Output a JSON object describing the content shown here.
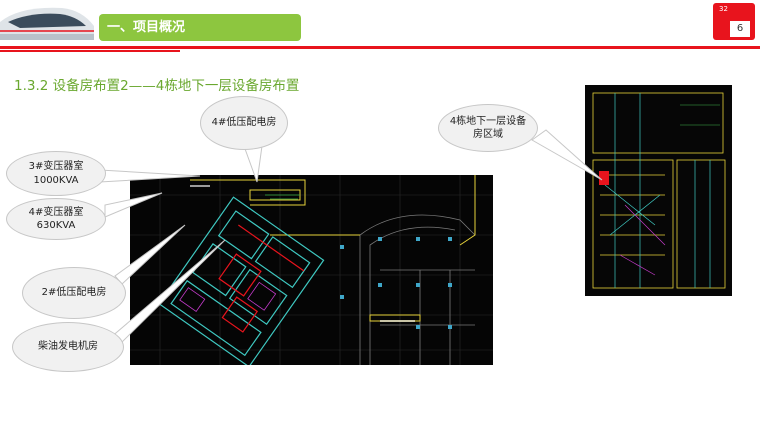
{
  "header": {
    "section_title": "一、项目概况",
    "page_small": "32",
    "page_number": "6"
  },
  "subtitle": "1.3.2 设备房布置2——4栋地下一层设备房布置",
  "callouts": {
    "low_voltage_4": "4#低压配电房",
    "transformer_3": "3#变压器室 1000KVA",
    "transformer_4": "4#变压器室 630KVA",
    "low_voltage_2": "2#低压配电房",
    "generator": "柴油发电机房",
    "equipment_area": "4栋地下一层设备房区域"
  },
  "colors": {
    "brand_red": "#e8141d",
    "brand_green": "#8dc63f",
    "subtitle_green": "#6aa82f"
  }
}
